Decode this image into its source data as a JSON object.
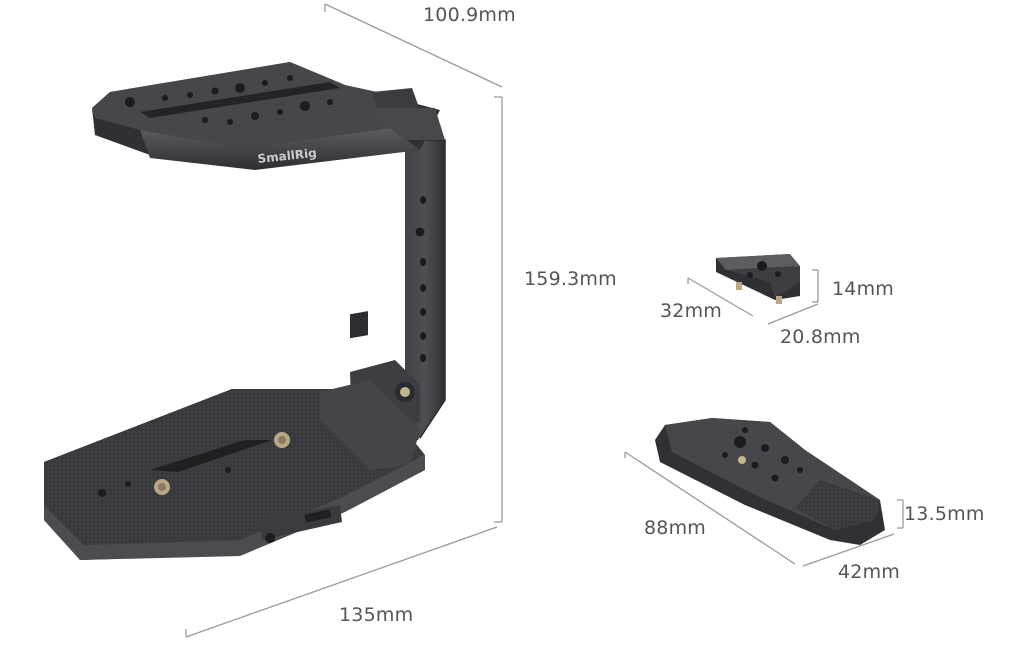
{
  "brand": {
    "logo_text": "SmallRig"
  },
  "colors": {
    "dimension_line": "#9a9a9a",
    "metal_dark": "#3a3b3e",
    "metal_mid": "#55575b",
    "metal_light": "#6e7074",
    "label": "#555555"
  },
  "cage": {
    "width_label": "100.9mm",
    "height_label": "159.3mm",
    "depth_label": "135mm"
  },
  "small_plate": {
    "length_label": "32mm",
    "width_label": "20.8mm",
    "height_label": "14mm"
  },
  "top_plate": {
    "length_label": "88mm",
    "width_label": "42mm",
    "height_label": "13.5mm"
  }
}
